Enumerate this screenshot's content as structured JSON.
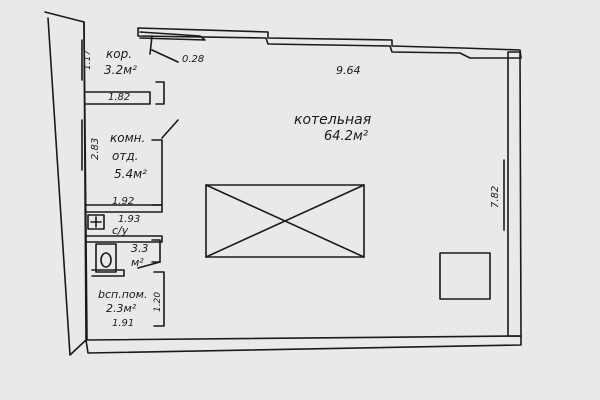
{
  "rooms": {
    "corridor": {
      "name": "кор.",
      "area": "3.2м²"
    },
    "room_section": {
      "name_line1": "комн.",
      "name_line2": "отд.",
      "area": "5.4м²"
    },
    "wc": {
      "name": "с/у",
      "area_line1": "3.3",
      "area_line2": "м²"
    },
    "auxiliary": {
      "name": "bсп.пом.",
      "area": "2.3м²"
    },
    "boiler_room": {
      "name": "котельная",
      "area": "64.2м²"
    }
  },
  "dimensions": {
    "d_1_17": "1.17",
    "d_0_28": "0.28",
    "d_9_64": "9.64",
    "d_1_82": "1.82",
    "d_2_83": "2.83",
    "d_1_92": "1.92",
    "d_1_93": "1.93",
    "d_1_20": "1.20",
    "d_1_91": "1.91",
    "d_7_82": "7.82"
  },
  "colors": {
    "paper": "#e9e9e9",
    "ink": "#1a1a1a"
  }
}
